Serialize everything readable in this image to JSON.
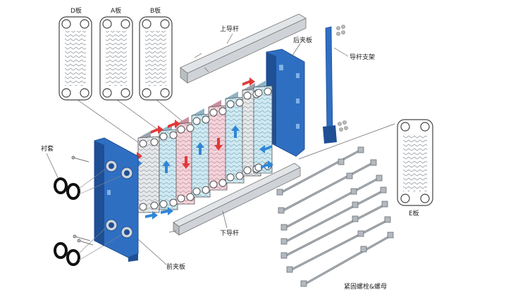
{
  "labels": {
    "plate_d": "D板",
    "plate_a": "A板",
    "plate_b": "B板",
    "plate_e": "E板",
    "upper_guide_bar": "上导杆",
    "lower_guide_bar": "下导杆",
    "rear_frame_plate": "后夹板",
    "guide_bar_support": "导杆支架",
    "front_frame_plate": "前夹板",
    "liner": "衬套",
    "tightening_bolts": "紧固螺栓&螺母"
  },
  "colors": {
    "frame_blue": "#2f6fc2",
    "frame_blue_dark": "#1f4f94",
    "hot_flow": "#e03a3a",
    "cold_flow": "#2f86d6",
    "plate_gray": "#cfd4da",
    "plate_blue_tint": "#bfe3ef",
    "plate_pink_tint": "#f1c8d2",
    "bar_gray": "#c8ccd0"
  }
}
